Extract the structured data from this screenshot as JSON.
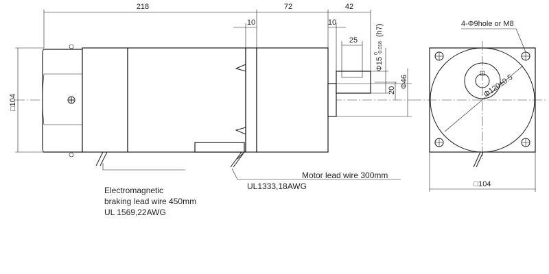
{
  "dimensions": {
    "overall_length": "218",
    "gearbox_length": "72",
    "shaft_length": "42",
    "flange_left": "10",
    "flange_right": "10",
    "key_length": "25",
    "shaft_dia_main": "Φ15",
    "shaft_tol_upper": "0",
    "shaft_tol_lower": "-0.018",
    "shaft_fit": "(h7)",
    "shaft_offset": "20",
    "pilot_dia": "Φ46",
    "square_side": "□104",
    "pcd": "Φ120±0.5",
    "holes": "4-Φ9hole or M8",
    "front_square": "□104"
  },
  "notes": {
    "motor_lead": "Motor lead wire 300mm",
    "motor_lead_spec": "UL1333,18AWG",
    "brake_line1": "Electromagnetic",
    "brake_line2": "braking lead wire 450mm",
    "brake_line3": "UL 1569,22AWG"
  }
}
